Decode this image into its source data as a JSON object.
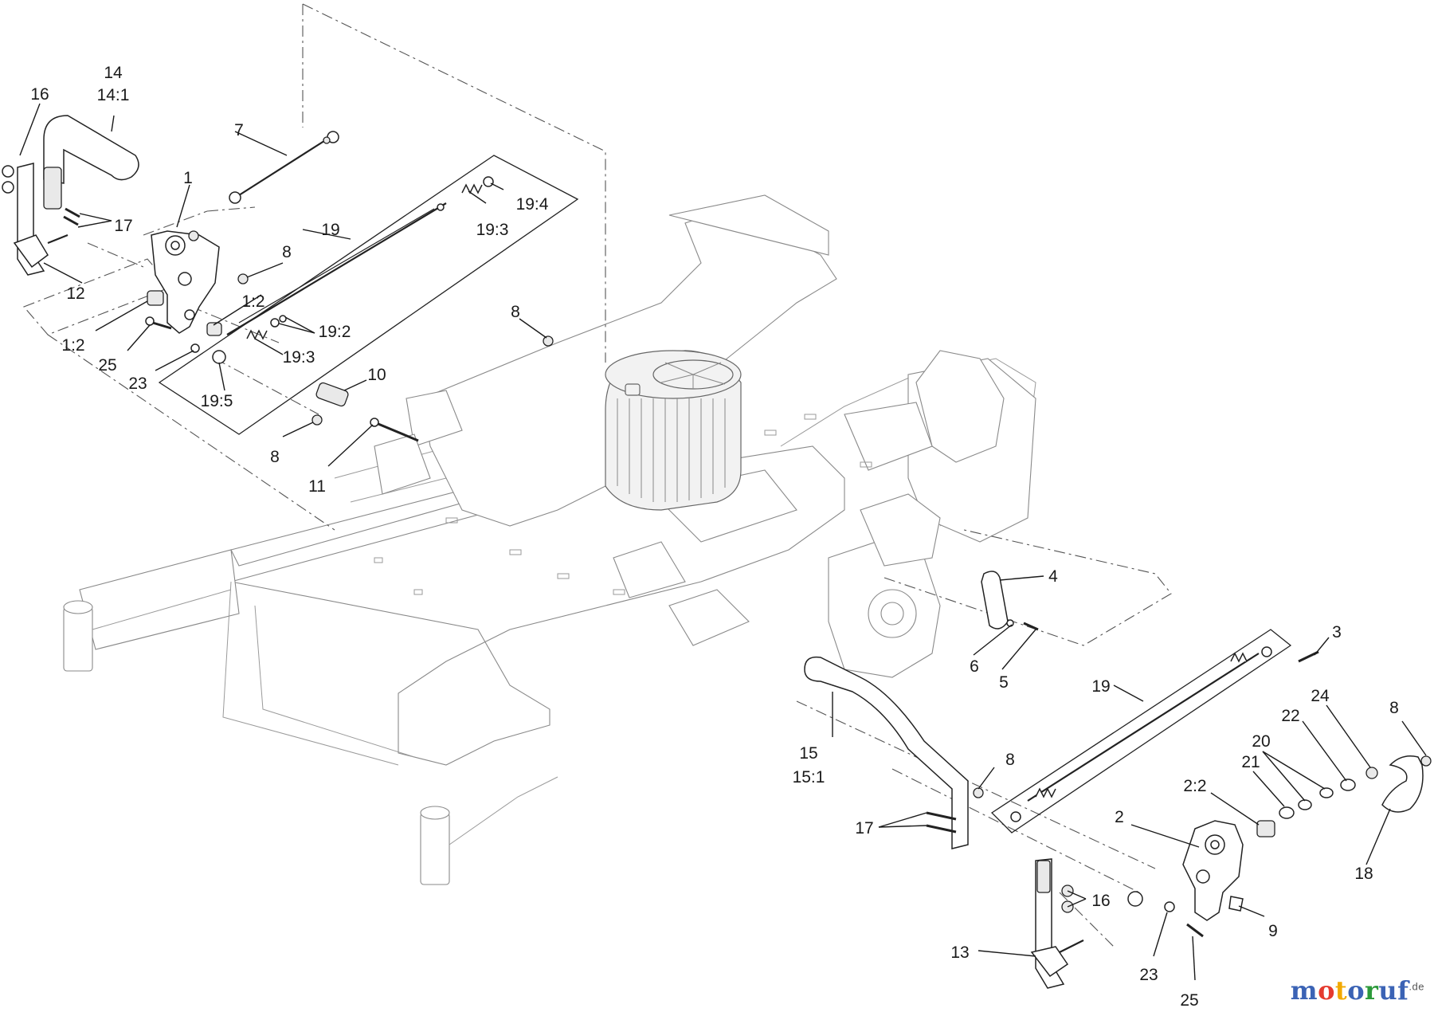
{
  "callouts": {
    "c1": "1",
    "c1_2a": "1:2",
    "c1_2b": "1:2",
    "c2": "2",
    "c2_2": "2:2",
    "c3": "3",
    "c4": "4",
    "c5": "5",
    "c6": "6",
    "c7": "7",
    "c8a": "8",
    "c8b": "8",
    "c8c": "8",
    "c8d": "8",
    "c8e": "8",
    "c9": "9",
    "c10": "10",
    "c11": "11",
    "c12": "12",
    "c13": "13",
    "c14": "14",
    "c14_1": "14:1",
    "c15": "15",
    "c15_1": "15:1",
    "c16a": "16",
    "c16b": "16",
    "c17a": "17",
    "c17b": "17",
    "c18": "18",
    "c19a": "19",
    "c19b": "19",
    "c19_2": "19:2",
    "c19_3a": "19:3",
    "c19_3b": "19:3",
    "c19_4": "19:4",
    "c19_5": "19:5",
    "c20": "20",
    "c21": "21",
    "c22": "22",
    "c23a": "23",
    "c23b": "23",
    "c24": "24",
    "c25a": "25",
    "c25b": "25"
  },
  "watermark": {
    "m": "m",
    "o1": "o",
    "t": "t",
    "o2": "o",
    "r": "r",
    "uf": "uf",
    "tld": ".de"
  },
  "colors": {
    "ink": "#1a1a1a",
    "frame": "#8a8a8a",
    "logo_blue": "#3b63b5",
    "logo_red": "#e53b2f",
    "logo_yellow": "#f2a900",
    "logo_green": "#2c9a3a"
  }
}
